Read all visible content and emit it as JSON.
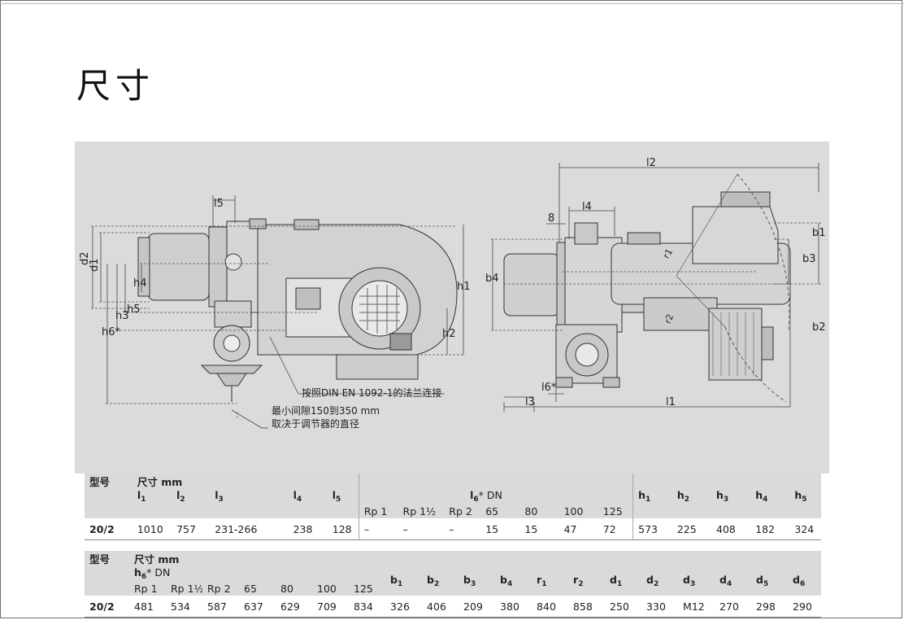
{
  "page": {
    "title": "尺寸"
  },
  "drawing": {
    "left_labels": [
      "d2",
      "d1",
      "h4",
      "h5",
      "h3",
      "h6*"
    ],
    "l5_label": "l5",
    "h1_label": "h1",
    "h2_label": "h2",
    "note1": "按照DIN EN 1092-1的法兰连接",
    "note2_line1": "最小间隙150到350 mm",
    "note2_line2": "取决于调节器的直径",
    "right_labels": {
      "l2": "l2",
      "l4": "l4",
      "eight": "8",
      "b4": "b4",
      "b1": "b1",
      "b3": "b3",
      "b2": "b2",
      "l6": "l6*",
      "l3": "l3",
      "l1": "l1",
      "r1": "r1",
      "r2": "r2"
    }
  },
  "table1": {
    "type_label": "型号",
    "dims_label": "尺寸 mm",
    "l6_label": "l",
    "l6_sub": "6",
    "l6_suffix": "* DN",
    "cols": [
      {
        "b": "l",
        "s": "1"
      },
      {
        "b": "l",
        "s": "2"
      },
      {
        "b": "l",
        "s": "3"
      },
      {
        "b": "l",
        "s": "4"
      },
      {
        "b": "l",
        "s": "5"
      }
    ],
    "dn": [
      "Rp 1",
      "Rp 1½",
      "Rp 2",
      "65",
      "80",
      "100",
      "125"
    ],
    "hcols": [
      {
        "b": "h",
        "s": "1"
      },
      {
        "b": "h",
        "s": "2"
      },
      {
        "b": "h",
        "s": "3"
      },
      {
        "b": "h",
        "s": "4"
      },
      {
        "b": "h",
        "s": "5"
      }
    ],
    "row": {
      "model": "20/2",
      "values": [
        "1010",
        "757",
        "231-266",
        "238",
        "128",
        "–",
        "–",
        "–",
        "15",
        "15",
        "47",
        "72",
        "573",
        "225",
        "408",
        "182",
        "324"
      ]
    }
  },
  "table2": {
    "type_label": "型号",
    "dims_label": "尺寸 mm",
    "h6_label": "h",
    "h6_sub": "6",
    "h6_suffix": "* DN",
    "dn": [
      "Rp 1",
      "Rp 1½",
      "Rp 2",
      "65",
      "80",
      "100",
      "125"
    ],
    "cols": [
      {
        "b": "b",
        "s": "1"
      },
      {
        "b": "b",
        "s": "2"
      },
      {
        "b": "b",
        "s": "3"
      },
      {
        "b": "b",
        "s": "4"
      },
      {
        "b": "r",
        "s": "1"
      },
      {
        "b": "r",
        "s": "2"
      },
      {
        "b": "d",
        "s": "1"
      },
      {
        "b": "d",
        "s": "2"
      },
      {
        "b": "d",
        "s": "3"
      },
      {
        "b": "d",
        "s": "4"
      },
      {
        "b": "d",
        "s": "5"
      },
      {
        "b": "d",
        "s": "6"
      }
    ],
    "row": {
      "model": "20/2",
      "values": [
        "481",
        "534",
        "587",
        "637",
        "629",
        "709",
        "834",
        "326",
        "406",
        "209",
        "380",
        "840",
        "858",
        "250",
        "330",
        "M12",
        "270",
        "298",
        "290"
      ]
    }
  }
}
